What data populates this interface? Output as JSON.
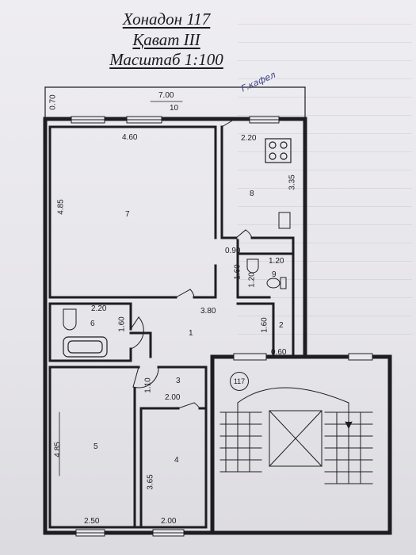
{
  "header": {
    "apartment": "Хонадон 117",
    "floor": "Қават III",
    "scale": "Масштаб 1:100"
  },
  "annotation": {
    "handwritten": "Г.кафел"
  },
  "apartment_number": "117",
  "dimensions": {
    "balcony_width": "7.00",
    "balcony_depth": "0.70",
    "room7_width": "4.60",
    "room7_length": "4.85",
    "kitchen_width": "2.20",
    "kitchen_length": "3.35",
    "hall_width": "3.80",
    "wc_a": "0.90",
    "wc_b": "1.20",
    "wc_c": "1.60",
    "wc_d": "1.20",
    "bath_width": "2.20",
    "bath_length": "1.60",
    "closet_length": "1.60",
    "closet_width": "0.60",
    "corridor_length": "1.10",
    "room4_width": "2.00",
    "room4_length": "3.65",
    "room5_length": "4.85",
    "room5_window": "2.50",
    "room4_window": "2.00"
  },
  "rooms": {
    "r1": "1",
    "r2": "2",
    "r3": "3",
    "r4": "4",
    "r5": "5",
    "r6": "6",
    "r7": "7",
    "r8": "8",
    "r9": "9",
    "r10": "10"
  },
  "colors": {
    "ink": "#1e1e22",
    "handwriting": "#3a3f86",
    "paper": "#e9e8ec"
  }
}
